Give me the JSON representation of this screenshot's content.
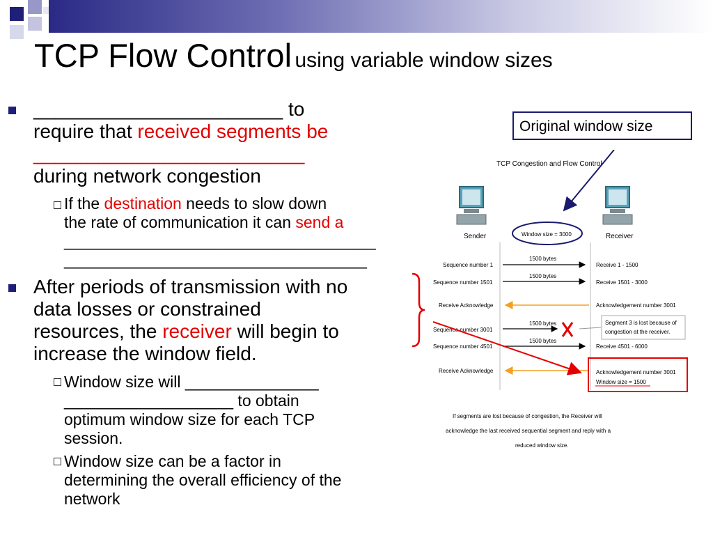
{
  "slide": {
    "title_main": "TCP Flow Control",
    "title_sub": "using variable window sizes"
  },
  "bullets": {
    "b1_blank1": "_______________________",
    "b1_to": " to",
    "b1_require": "require that ",
    "b1_red": "received segments be",
    "b1_blank2": "_________________________",
    "b1_during": "during network congestion",
    "s1_if": "If the ",
    "s1_destination": "destination",
    "s1_needs": " needs to slow down",
    "s1_rate": "the rate of communication it can ",
    "s1_send": "send a",
    "s1_blank1": "___________________________________",
    "s1_blank2": "__________________________________",
    "b2_line1": "After periods of transmission with no",
    "b2_line2": "data losses or constrained",
    "b2_line3a": "resources, the ",
    "b2_receiver": "receiver",
    "b2_line3b": " will begin to",
    "b2_line4": "increase the window field.",
    "s2_a": " Window size will _______________",
    "s2_b": "___________________ to obtain",
    "s2_c": "optimum window size for each TCP",
    "s2_d": "session.",
    "s3_a": "Window size can be a factor in",
    "s3_b": "determining the overall efficiency of the",
    "s3_c": "network"
  },
  "callout": {
    "label": "Original window size"
  },
  "diagram": {
    "title": "TCP Congestion and Flow Control",
    "sender": "Sender",
    "receiver": "Receiver",
    "window_label": "Window size = 3000",
    "rows": {
      "left1": "Sequence number 1",
      "left2": "Sequence number 1501",
      "left3": "Receive Acknowledge",
      "left4": "Sequence number 3001",
      "left5": "Sequence number 4501",
      "left6": "Receive Acknowledge",
      "right1": "Receive 1 - 1500",
      "right2": "Receive 1501 - 3000",
      "right3": "Acknowledgement number 3001",
      "right5": "Receive 4501 - 6000",
      "right6a": "Acknowledgement number 3001",
      "right6b": "Window size = 1500",
      "bytes": "1500 bytes"
    },
    "lost_note_a": "Segment 3 is lost because of",
    "lost_note_b": "congestion at the receiver.",
    "caption_a": "If segments are lost because of congestion, the Receiver will",
    "caption_b": "acknowledge the last received sequential segment and reply with a",
    "caption_c": "reduced window size."
  },
  "colors": {
    "accent_red": "#e30000",
    "bullet_blue": "#1f1f7a",
    "ack_orange": "#f4a020"
  }
}
